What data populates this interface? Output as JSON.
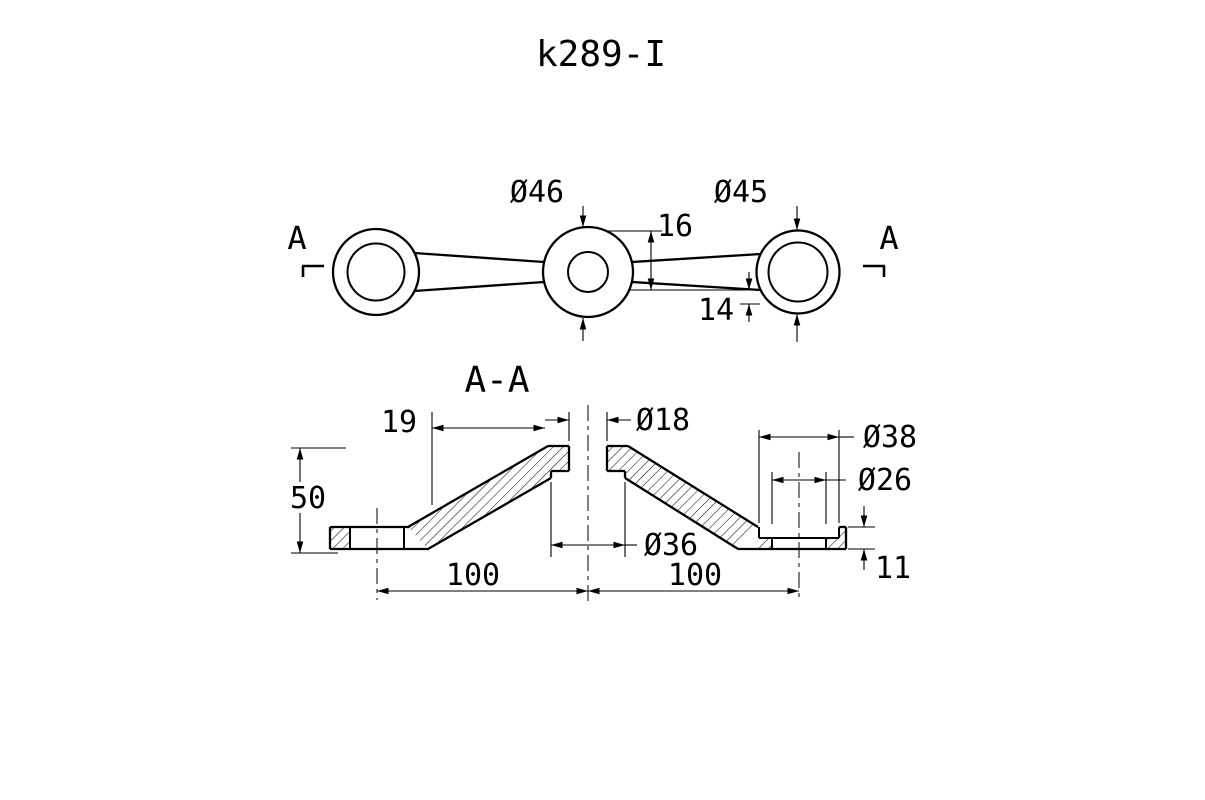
{
  "title": "k289-I",
  "top_view": {
    "section_marker": "A",
    "dims": {
      "phi46": "Ø46",
      "phi45": "Ø45",
      "h16": "16",
      "h14": "14"
    }
  },
  "section_view": {
    "label": "A-A",
    "dims": {
      "w19": "19",
      "h50": "50",
      "phi18": "Ø18",
      "phi38": "Ø38",
      "phi26": "Ø26",
      "phi36": "Ø36",
      "len_left": "100",
      "len_right": "100",
      "h11": "11"
    }
  },
  "colors": {
    "line": "#000000",
    "background": "#ffffff"
  }
}
